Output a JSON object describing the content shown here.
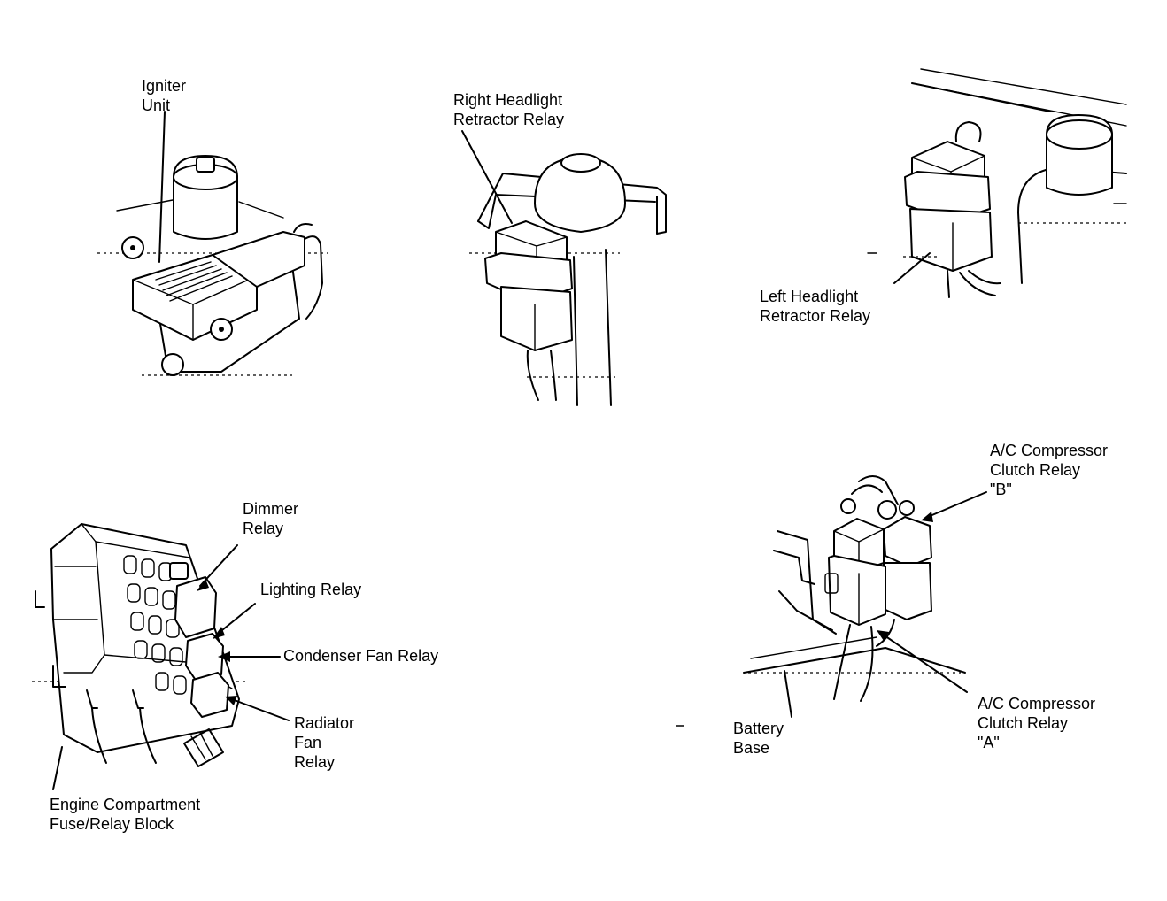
{
  "labels": {
    "igniter_unit": [
      "Igniter",
      "Unit"
    ],
    "right_headlight_retractor_relay": [
      "Right Headlight",
      "Retractor Relay"
    ],
    "left_headlight_retractor_relay": [
      "Left Headlight",
      "Retractor Relay"
    ],
    "dimmer_relay": [
      "Dimmer",
      "Relay"
    ],
    "lighting_relay": [
      "Lighting Relay"
    ],
    "condenser_fan_relay": [
      "Condenser Fan Relay"
    ],
    "radiator_fan_relay": [
      "Radiator",
      "Fan",
      "Relay"
    ],
    "engine_compartment_fuse_relay_block": [
      "Engine Compartment",
      "Fuse/Relay Block"
    ],
    "ac_compressor_clutch_relay_b": [
      "A/C Compressor",
      "Clutch Relay",
      "\"B\""
    ],
    "ac_compressor_clutch_relay_a": [
      "A/C Compressor",
      "Clutch Relay",
      "\"A\""
    ],
    "battery_base": [
      "Battery",
      "Base"
    ]
  }
}
